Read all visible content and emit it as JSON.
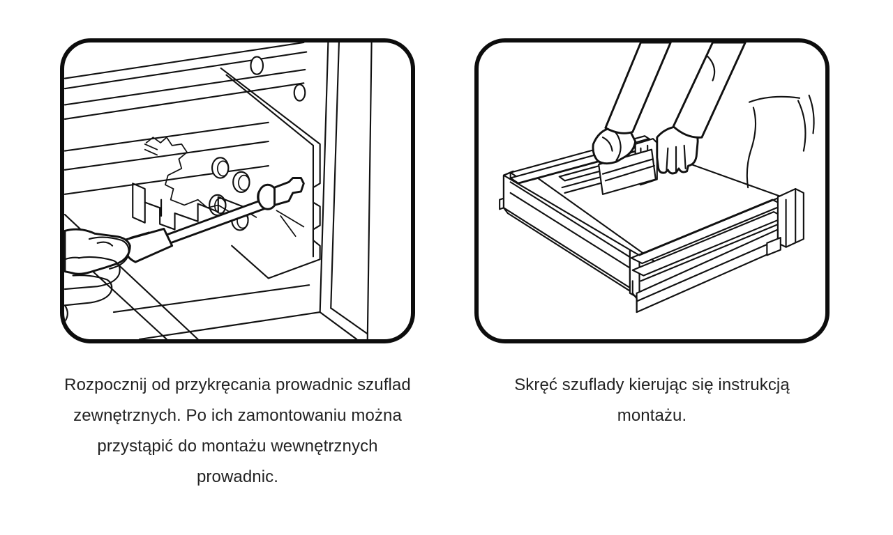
{
  "page": {
    "background_color": "#ffffff",
    "text_color": "#232323",
    "line_color": "#111111",
    "frame_border_color": "#0d0d0d",
    "language": "pl"
  },
  "steps": [
    {
      "id": "step-1",
      "figure_name": "drawer-slide-screwing-illustration",
      "figure_alt": "Dłoń wkręcająca wkrętakiem prowadnicę szuflady do boku korpusu szafki",
      "caption": "Rozpocznij od przykręcania prowadnic szuflad zewnętrznych. Po ich zamontowaniu można przystąpić do montażu wewnętrznych prowadnic.",
      "caption_lines": [
        "Rozpocznij od przykręcania prowadnic",
        "szuflad zewnętrznych. Po ich zamontowaniu",
        "można przystąpić do montażu wewnętrznych",
        "prowadnic."
      ]
    },
    {
      "id": "step-2",
      "figure_name": "drawer-box-assembly-illustration",
      "figure_alt": "Dwie dłonie składające korpus szuflady z bokami i ścianką tylną",
      "caption": "Skręć szuflady kierując się instrukcją montażu.",
      "caption_lines": [
        "Skręć szuflady kierując się instrukcją",
        "montażu."
      ]
    }
  ]
}
